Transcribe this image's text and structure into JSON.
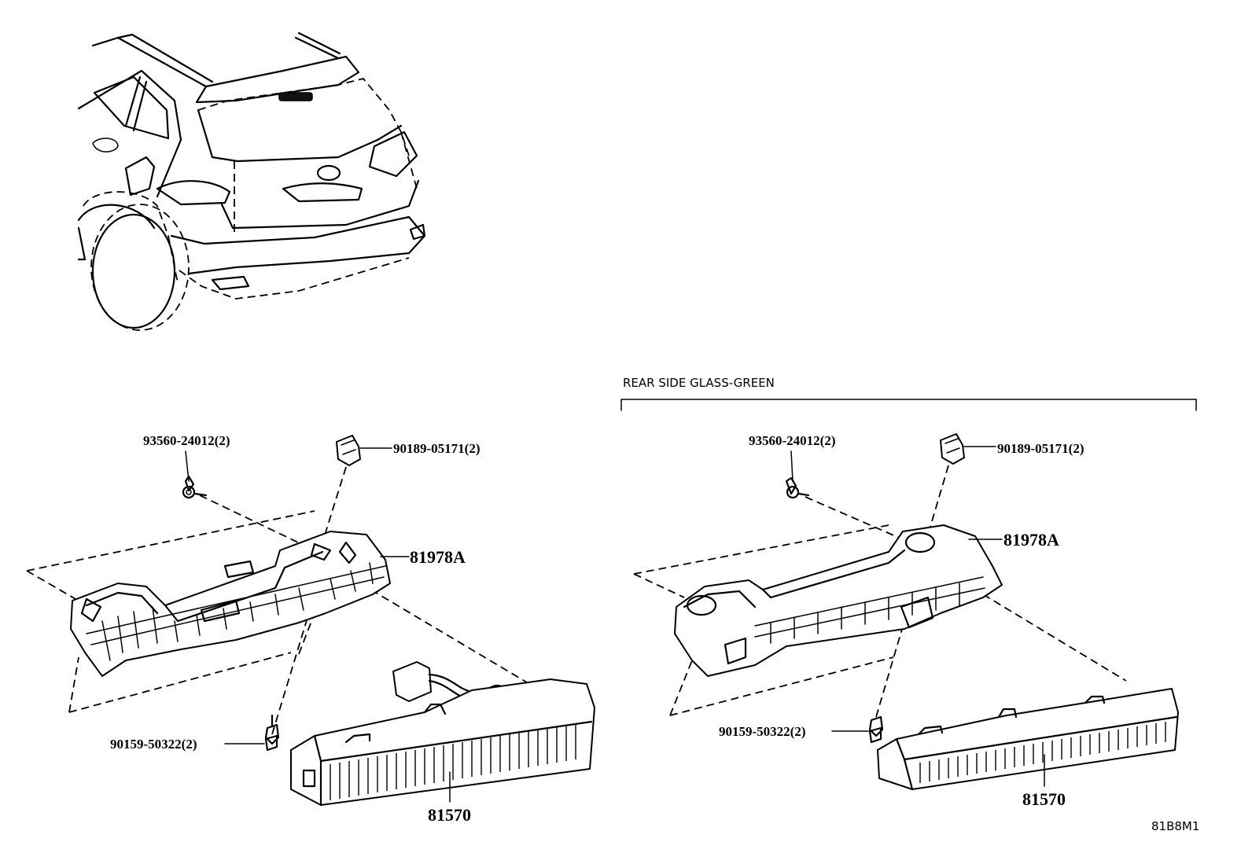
{
  "variant_label": "REAR SIDE GLASS-GREEN",
  "figure_code": "81B8M1",
  "left_group": {
    "bolt_top": "93560-24012(2)",
    "clip": "90189-05171(2)",
    "bracket": "81978A",
    "screw": "90159-50322(2)",
    "lamp": "81570"
  },
  "right_group": {
    "bolt_top": "93560-24012(2)",
    "clip": "90189-05171(2)",
    "bracket": "81978A",
    "screw": "90159-50322(2)",
    "lamp": "81570"
  }
}
